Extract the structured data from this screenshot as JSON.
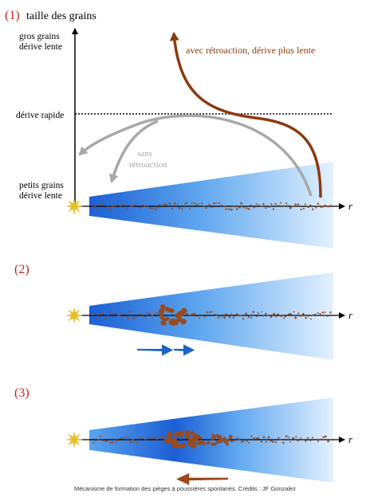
{
  "panel1": {
    "number": "(1)",
    "axis_title": "taille des grains",
    "big_grains": [
      "gros grains",
      "dérive lente"
    ],
    "fast_drift": "dérive rapide",
    "small_grains": [
      "petits grains",
      "dérive lente"
    ],
    "feedback_label": "avec rétroaction, dérive plus lente",
    "no_feedback_label": [
      "sans",
      "rétroaction"
    ],
    "r_label": "r"
  },
  "panel2": {
    "number": "(2)",
    "r_label": "r"
  },
  "panel3": {
    "number": "(3)",
    "r_label": "r"
  },
  "caption": "Mécanisme de formation des pièges à poussières spontanés. Crédits : JF Gonzalez",
  "colors": {
    "panel_number": "#cc2222",
    "feedback_arrow": "#8b3a0f",
    "no_feedback_arrow": "#a8a8a8",
    "disc_dark": "#1b63d6",
    "disc_light": "#dceeff",
    "star": "#e6c02a",
    "grain": "#9a4a1c",
    "blue_arrow": "#1e63c8",
    "brown_arrow": "#9a4a1c"
  }
}
